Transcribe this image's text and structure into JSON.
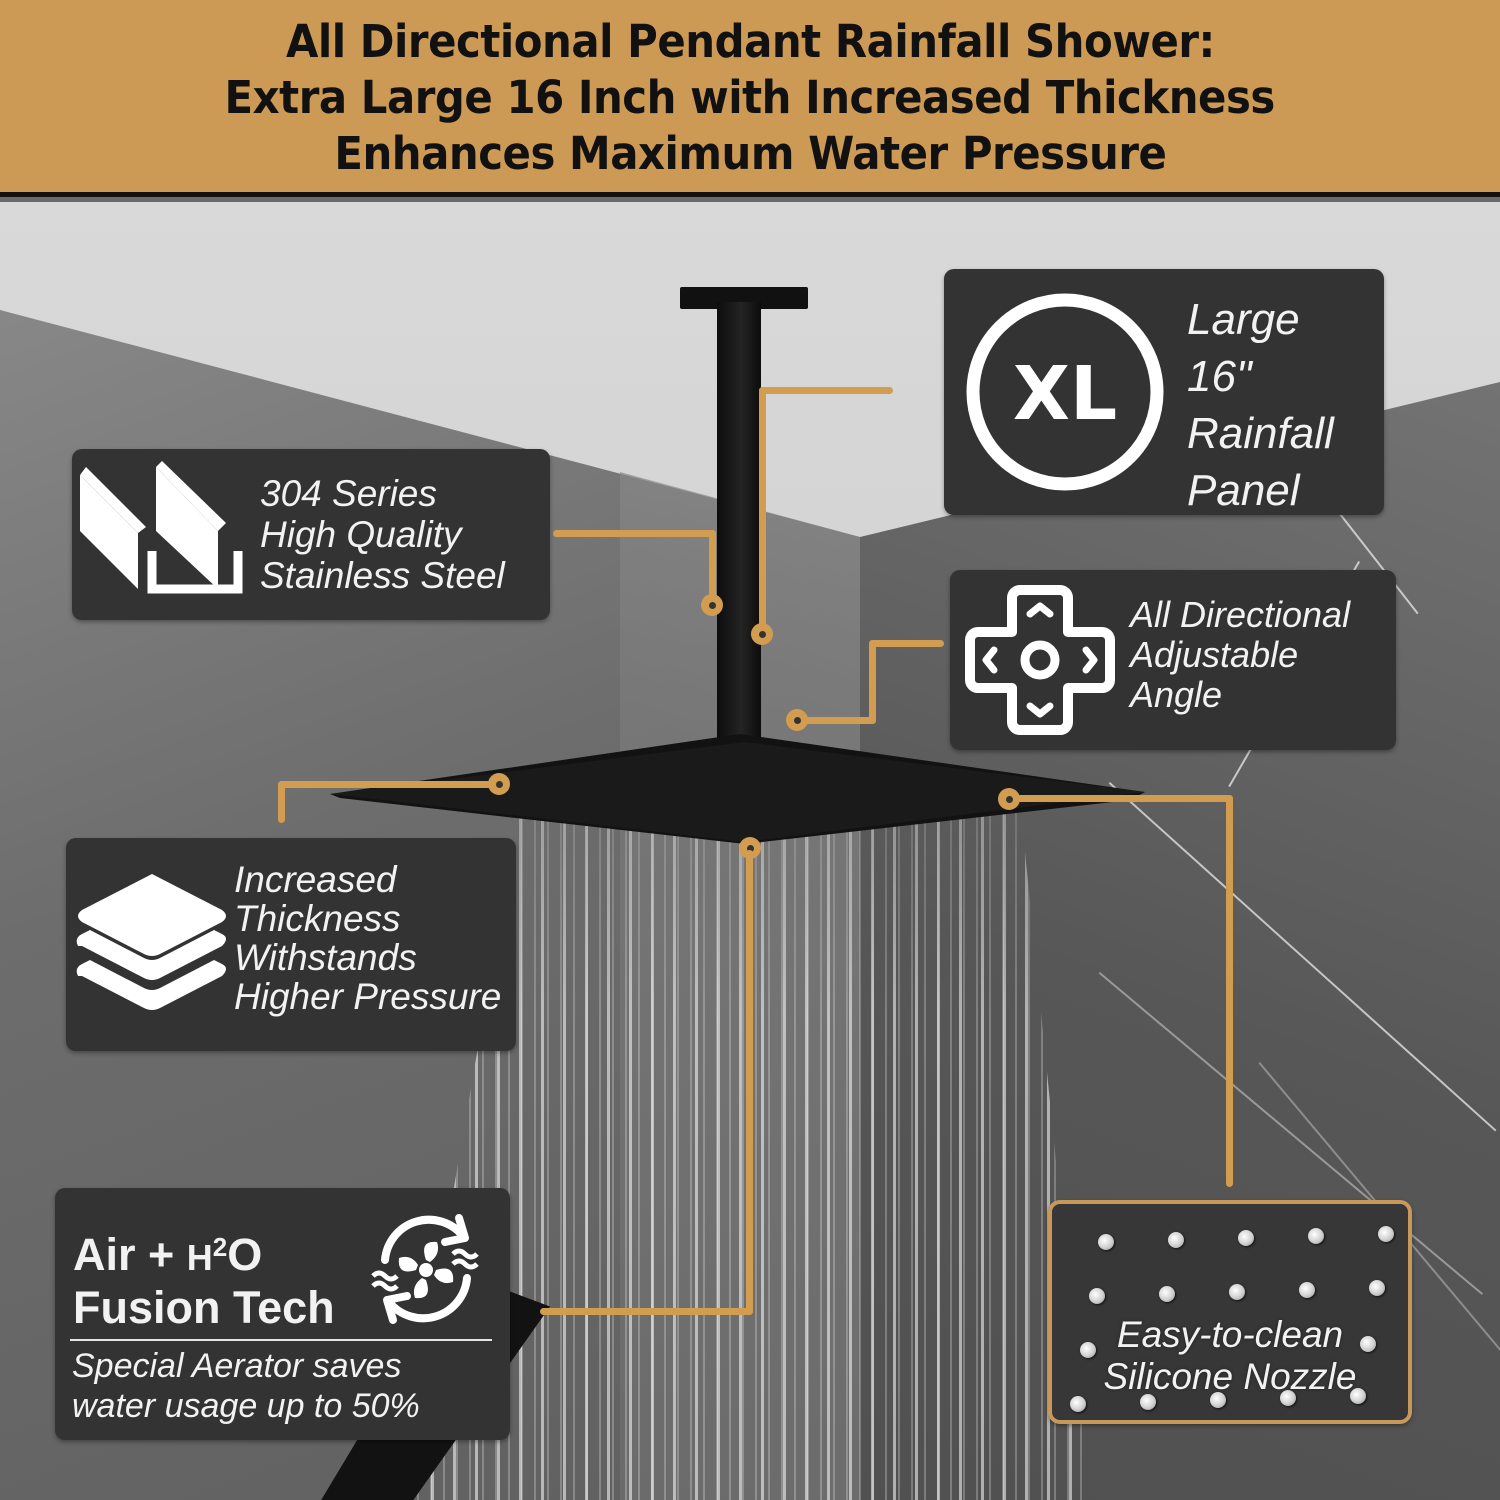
{
  "header": {
    "title_lines": [
      "All Directional Pendant Rainfall Shower:",
      "Extra Large 16 Inch with Increased Thickness",
      "Enhances Maximum Water Pressure"
    ],
    "background_color": "#cd9a55"
  },
  "accent_color": "#d29d50",
  "card_color": "#333333",
  "features": {
    "xl_panel": {
      "icon": "xl-circle-icon",
      "icon_text": "XL",
      "lines": [
        "Large",
        "16\"",
        "Rainfall",
        "Panel"
      ]
    },
    "stainless_steel": {
      "icon": "steel-channel-icon",
      "lines": [
        "304 Series",
        "High Quality",
        "Stainless Steel"
      ]
    },
    "adjustable_angle": {
      "icon": "dpad-direction-icon",
      "lines": [
        "All Directional",
        "Adjustable",
        "Angle"
      ]
    },
    "thickness": {
      "icon": "layers-stack-icon",
      "lines": [
        "Increased",
        "Thickness",
        "Withstands",
        "Higher Pressure"
      ]
    },
    "air_fusion": {
      "icon": "aerator-fan-cycle-icon",
      "title_line1_prefix": "Air + ",
      "title_h": "H",
      "title_sup": "2",
      "title_o": "O",
      "title_line2": "Fusion Tech",
      "subtitle_lines": [
        "Special Aerator saves",
        "water usage up to 50%"
      ]
    },
    "nozzle": {
      "icon": "nozzle-grid-image",
      "lines": [
        "Easy-to-clean",
        "Silicone Nozzle"
      ]
    }
  }
}
